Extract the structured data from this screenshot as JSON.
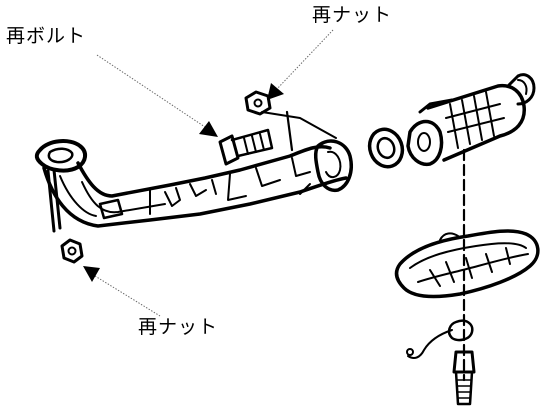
{
  "callouts": {
    "bolt": "再ボルト",
    "nut_top": "再ナット",
    "nut_bottom": "再ナット"
  },
  "colors": {
    "ink": "#000000",
    "leader": "#666666",
    "background": "#ffffff"
  }
}
